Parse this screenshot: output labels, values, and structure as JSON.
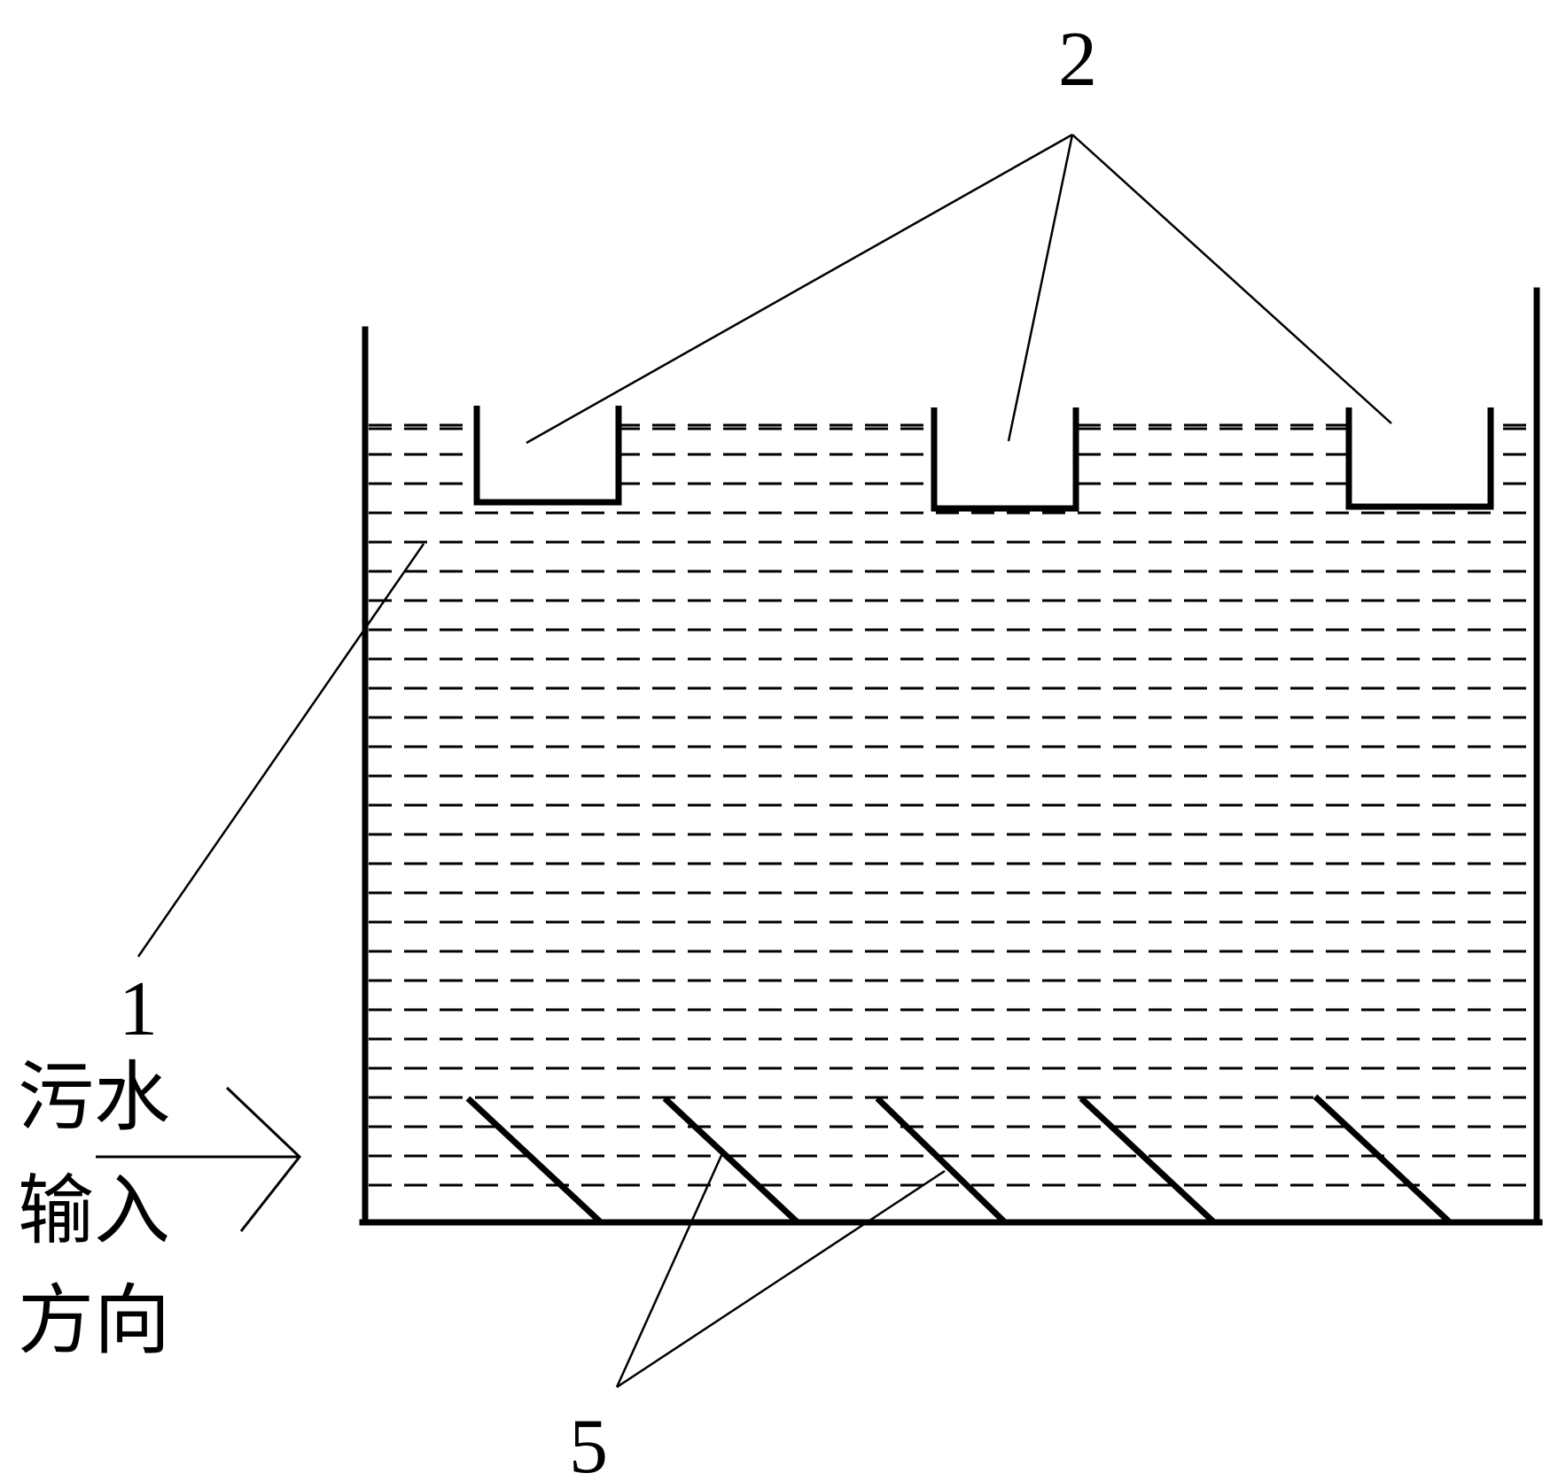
{
  "diagram": {
    "labels": {
      "tank": "1",
      "troughs": "2",
      "plates": "5"
    },
    "inlet_label": {
      "line1": "污水",
      "line2": "输入",
      "line3": "方向"
    },
    "colors": {
      "stroke": "#000000",
      "background": "#ffffff"
    },
    "trough_count": 3,
    "plate_count": 5
  }
}
